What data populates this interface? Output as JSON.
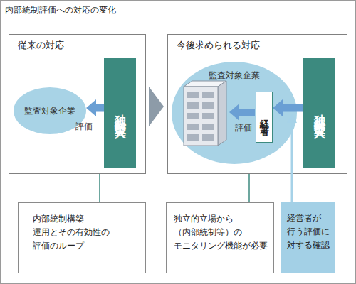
{
  "diagram": {
    "title": "内部統制評価への対応の変化",
    "nodes": [
      {
        "text": [
          "従来の対応"
        ]
      },
      {
        "text": [
          "監査対象企業"
        ],
        "in": 0
      },
      {
        "text": [
          "独立外部監査人"
        ],
        "in": 0
      },
      {
        "text": [
          "今後求められる対応"
        ]
      },
      {
        "text": [
          "監査対象企業"
        ],
        "in": 3
      },
      {
        "text": [
          "経営者"
        ],
        "in": 4
      },
      {
        "text": [
          "独立外部監査人"
        ],
        "in": 3
      },
      {
        "text": [
          "内部統制構築 運用とその有効性の 評価のループ"
        ]
      },
      {
        "text": [
          "独立的立場から （内部統制等）の モニタリング機能が必要"
        ]
      },
      {
        "text": [
          "経営者が 行う評価に 対する確認"
        ]
      }
    ],
    "edges": [
      {
        "from": 2,
        "to": 1,
        "arrow": "to",
        "label": "評価"
      },
      {
        "from": 6,
        "to": 5,
        "arrow": "to"
      },
      {
        "from": 0,
        "to": 7,
        "arrow": "none"
      },
      {
        "from": 3,
        "to": 8,
        "arrow": "none"
      }
    ],
    "labels": [
      "評価"
    ]
  }
}
